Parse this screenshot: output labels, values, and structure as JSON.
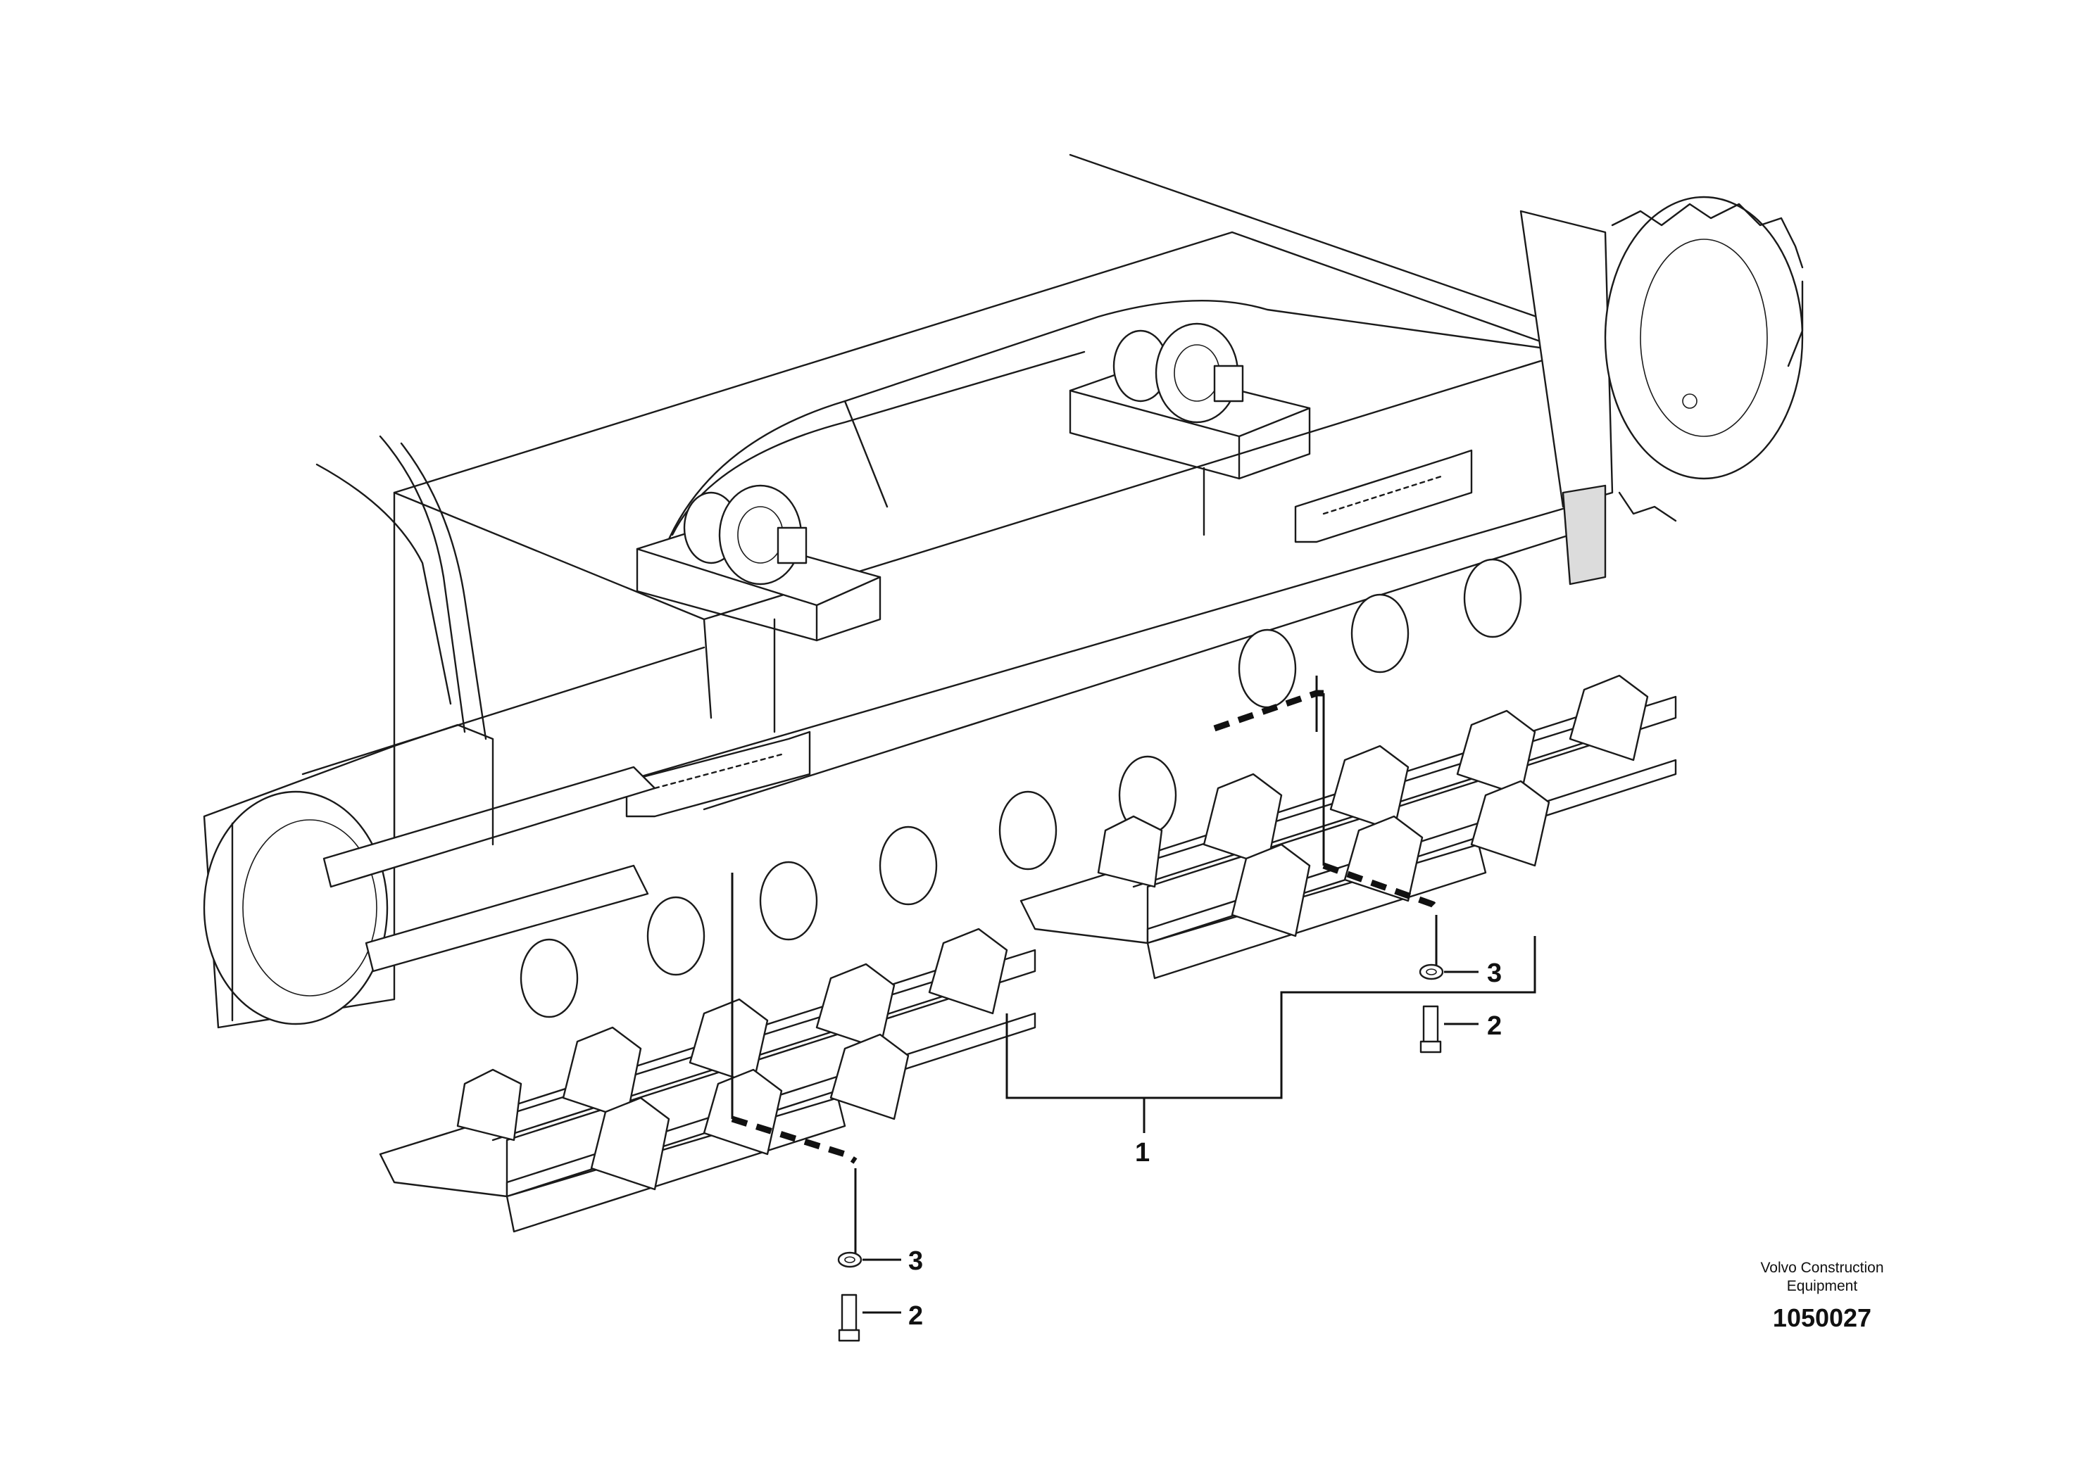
{
  "callouts": {
    "shoe_assembly": "1",
    "bolt_lower": "2",
    "washer_lower": "3",
    "bolt_upper": "2",
    "washer_upper": "3"
  },
  "title_block": {
    "company_line1": "Volvo Construction",
    "company_line2": "Equipment",
    "drawing_number": "1050027"
  }
}
